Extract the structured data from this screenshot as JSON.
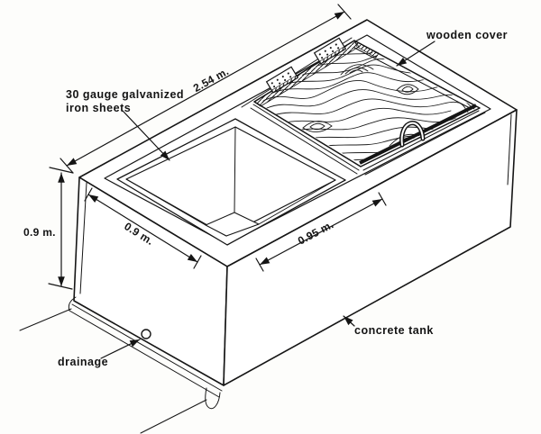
{
  "figure": {
    "title": "Isometric technical drawing of a concrete water tank",
    "labels": {
      "iron_sheets_line1": "30 gauge galvanized",
      "iron_sheets_line2": "iron sheets",
      "wooden_cover": "wooden cover",
      "concrete_tank": "concrete tank",
      "drainage": "drainage"
    },
    "dimensions": {
      "top_length": "2.54 m.",
      "tank_height": "0.9 m.",
      "opening_width": "0.9 m.",
      "cover_width": "0.95 m."
    },
    "colors": {
      "ink": "#151515",
      "paper": "#fdfdfb"
    }
  }
}
